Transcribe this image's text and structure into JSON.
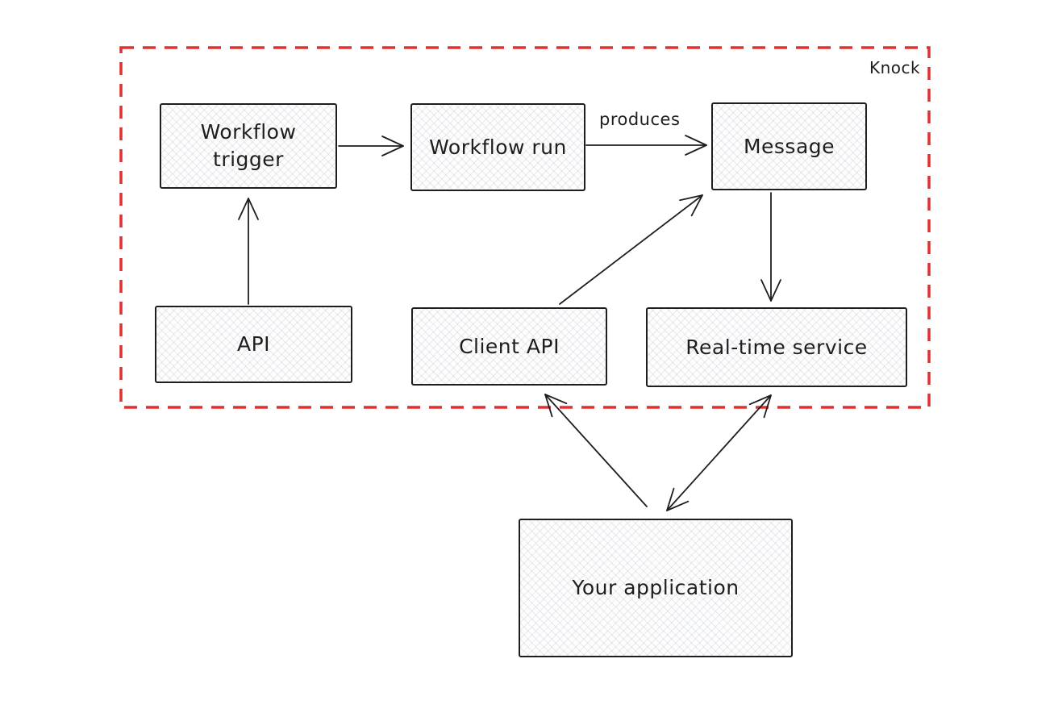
{
  "diagram": {
    "container": {
      "label": "Knock",
      "border_color": "#e03131",
      "style": "dashed"
    },
    "stroke_color": "#1e1e1e",
    "nodes": [
      {
        "id": "workflow-trigger",
        "label": "Workflow trigger"
      },
      {
        "id": "workflow-run",
        "label": "Workflow run"
      },
      {
        "id": "message",
        "label": "Message"
      },
      {
        "id": "api",
        "label": "API"
      },
      {
        "id": "client-api",
        "label": "Client API"
      },
      {
        "id": "real-time-service",
        "label": "Real-time service"
      },
      {
        "id": "your-application",
        "label": "Your application"
      }
    ],
    "edges": [
      {
        "from": "workflow-trigger",
        "to": "workflow-run",
        "label": "",
        "arrows": "forward"
      },
      {
        "from": "workflow-run",
        "to": "message",
        "label": "produces",
        "arrows": "forward"
      },
      {
        "from": "api",
        "to": "workflow-trigger",
        "label": "",
        "arrows": "forward"
      },
      {
        "from": "client-api",
        "to": "message",
        "label": "",
        "arrows": "forward"
      },
      {
        "from": "message",
        "to": "real-time-service",
        "label": "",
        "arrows": "forward"
      },
      {
        "from": "your-application",
        "to": "client-api",
        "label": "",
        "arrows": "forward"
      },
      {
        "from": "your-application",
        "to": "real-time-service",
        "label": "",
        "arrows": "both"
      }
    ]
  }
}
